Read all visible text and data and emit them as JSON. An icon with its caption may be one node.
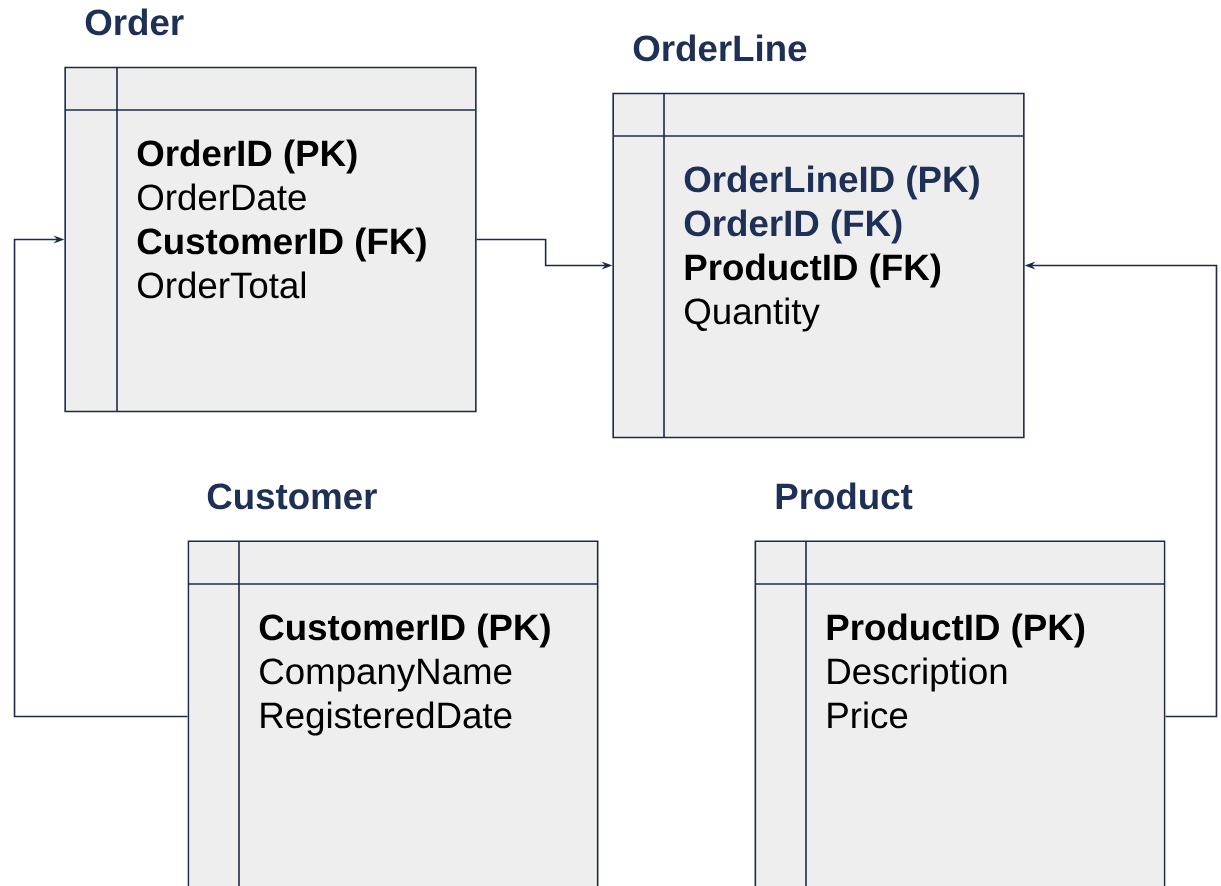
{
  "diagram": {
    "nodes": [
      {
        "text": [
          "Order",
          "**OrderID (PK)**",
          "OrderDate",
          "**CustomerID (FK)**",
          "OrderTotal"
        ]
      },
      {
        "text": [
          "OrderLine",
          "**OrderLineID (PK)**",
          "**OrderID (FK)**",
          "**ProductID (FK)**",
          "Quantity"
        ]
      },
      {
        "text": [
          "Customer",
          "**CustomerID (PK)**",
          "CompanyName",
          "RegisteredDate"
        ]
      },
      {
        "text": [
          "Product",
          "**ProductID (PK)**",
          "Description",
          "Price"
        ]
      }
    ],
    "edges": [
      {
        "from": 2,
        "to": 0,
        "arrow": "to"
      },
      {
        "from": 0,
        "to": 1,
        "arrow": "to"
      },
      {
        "from": 3,
        "to": 1,
        "arrow": "to"
      }
    ]
  }
}
